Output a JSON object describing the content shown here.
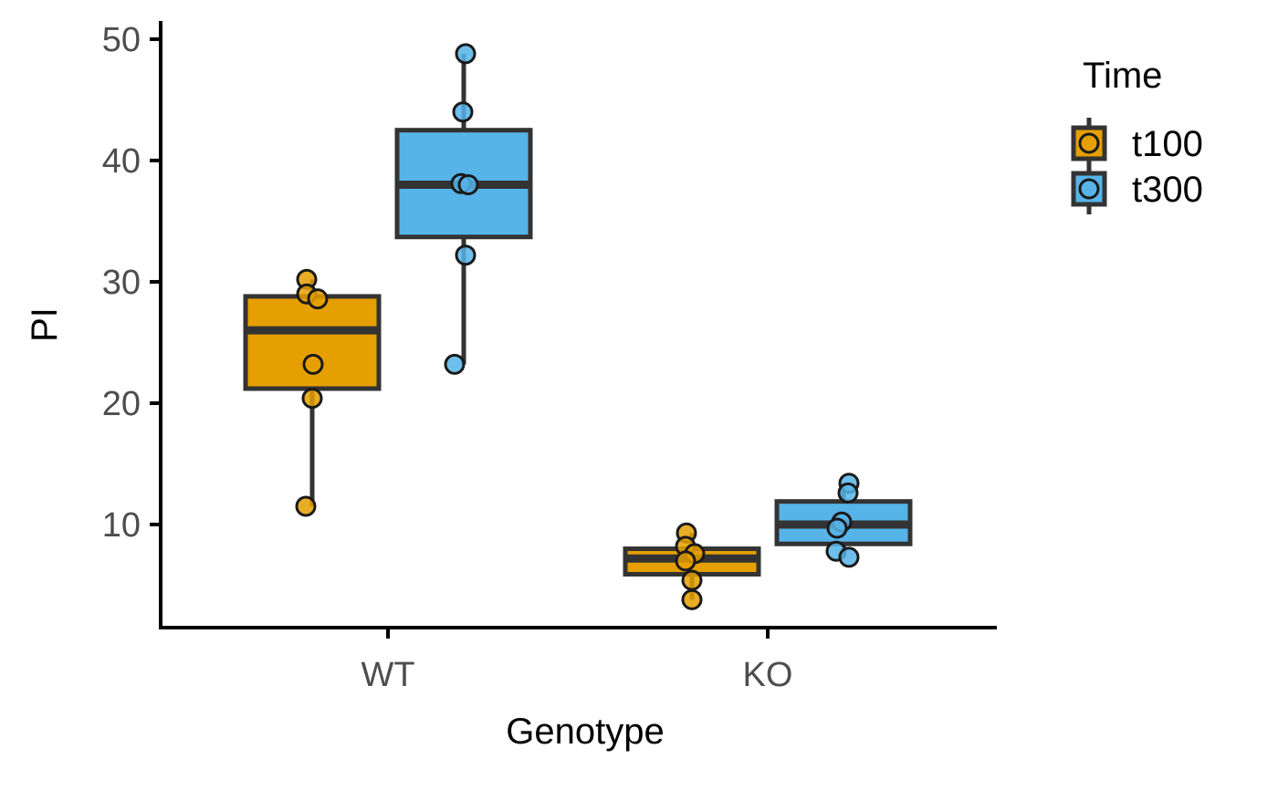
{
  "chart_data": {
    "type": "box",
    "xlabel": "Genotype",
    "ylabel": "PI",
    "categories": [
      "WT",
      "KO"
    ],
    "ylim": [
      1.5,
      51.5
    ],
    "yticks": [
      10,
      20,
      30,
      40,
      50
    ],
    "grid": false,
    "legend": {
      "title": "Time",
      "placement": "right",
      "entries": [
        "t100",
        "t300"
      ]
    },
    "series": [
      {
        "name": "t100",
        "color": "#E69F00",
        "boxes": [
          {
            "category": "WT",
            "min": 11.5,
            "q1": 21.2,
            "median": 26.0,
            "q3": 28.8,
            "max": 30.2,
            "points": [
              30.2,
              29.0,
              28.6,
              23.2,
              20.4,
              11.5
            ]
          },
          {
            "category": "KO",
            "min": 3.8,
            "q1": 5.9,
            "median": 7.2,
            "q3": 8.0,
            "max": 9.3,
            "points": [
              9.3,
              8.2,
              7.6,
              7.0,
              5.4,
              3.8
            ]
          }
        ]
      },
      {
        "name": "t300",
        "color": "#56B4E9",
        "boxes": [
          {
            "category": "WT",
            "min": 23.2,
            "q1": 33.7,
            "median": 38.0,
            "q3": 42.5,
            "max": 48.8,
            "points": [
              48.8,
              44.0,
              38.1,
              38.0,
              32.2,
              23.2
            ]
          },
          {
            "category": "KO",
            "min": 7.3,
            "q1": 8.4,
            "median": 10.0,
            "q3": 11.9,
            "max": 13.4,
            "points": [
              13.4,
              12.6,
              10.2,
              9.7,
              7.8,
              7.3
            ]
          }
        ]
      }
    ]
  }
}
